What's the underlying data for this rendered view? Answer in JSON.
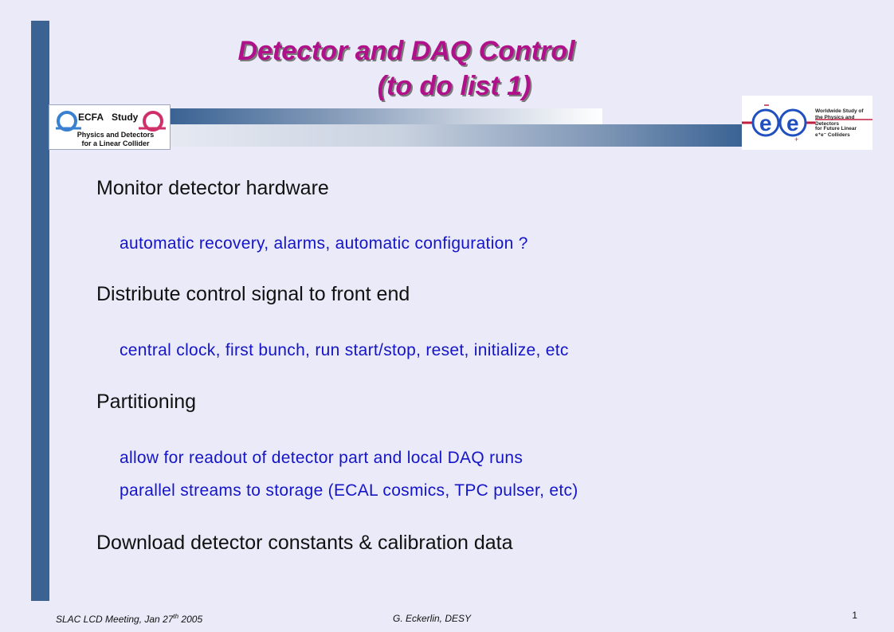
{
  "slide": {
    "title_line1": "Detector and DAQ Control",
    "title_line2": "(to do list 1)",
    "items": [
      {
        "level": 1,
        "text": "Monitor detector hardware"
      },
      {
        "level": 2,
        "text": "automatic recovery, alarms, automatic configuration ?"
      },
      {
        "level": 1,
        "text": "Distribute control signal to front end"
      },
      {
        "level": 2,
        "text": "central clock, first bunch, run start/stop, reset, initialize, etc"
      },
      {
        "level": 1,
        "text": "Partitioning"
      },
      {
        "level": 2,
        "text": "allow for readout of detector part and local DAQ runs"
      },
      {
        "level": 2,
        "text": "parallel streams to storage (ECAL cosmics, TPC pulser, etc)"
      },
      {
        "level": 1,
        "text": "Download detector constants & calibration data"
      }
    ]
  },
  "logos": {
    "ecfa_word": "ECFA",
    "ecfa_study": "Study",
    "ecfa_sub1": "Physics and Detectors",
    "ecfa_sub2": "for a Linear Collider",
    "world_line1": "Worldwide Study of",
    "world_line2": "the Physics and Detectors",
    "world_line3": "for Future Linear",
    "world_line4": "e⁺e⁻ Colliders"
  },
  "footer": {
    "meeting_prefix": "SLAC LCD  Meeting, Jan 27",
    "meeting_sup": "th",
    "meeting_suffix": " 2005",
    "author": "G. Eckerlin, DESY",
    "page_number": "1"
  },
  "colors": {
    "title": "#b0108a",
    "level1": "#111111",
    "level2": "#1515c8",
    "accent_bar": "#3a6394",
    "background": "#eaeaf8"
  }
}
